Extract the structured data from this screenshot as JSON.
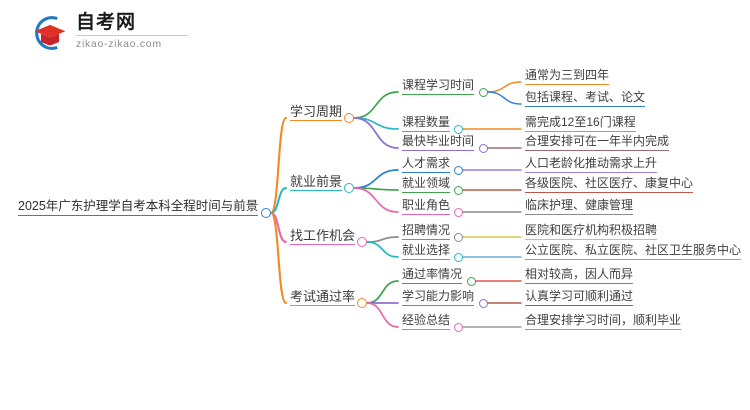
{
  "logo": {
    "name_cn": "自考网",
    "name_en": "zikao-zikao.com",
    "mark": "graduation-cap-logo",
    "arc_color": "#1f7ac0",
    "cap_color": "#e03127"
  },
  "mindmap": {
    "root": {
      "label": "2025年广东护理学自考本科全程时间与前景",
      "node_color": "#2f7fd0",
      "underline_color": "#2f7fd0"
    },
    "branches": [
      {
        "label": "学习周期",
        "color": "#f08a24",
        "node_color": "#f08a24",
        "children": [
          {
            "label": "课程学习时间",
            "color": "#3fa34d",
            "node_color": "#3fa34d",
            "children": [
              {
                "label": "通常为三到四年",
                "color": "#f08a24"
              },
              {
                "label": "包括课程、考试、论文",
                "color": "#2f7fd0"
              }
            ]
          },
          {
            "label": "课程数量",
            "color": "#2ab6c9",
            "node_color": "#2ab6c9",
            "children": [
              {
                "label": "需完成12至16门课程",
                "color": "#f08a24"
              }
            ]
          },
          {
            "label": "最快毕业时间",
            "color": "#8b6fd4",
            "node_color": "#8b6fd4",
            "children": [
              {
                "label": "合理安排可在一年半内完成",
                "color": "#9a6a78"
              }
            ]
          }
        ]
      },
      {
        "label": "就业前景",
        "color": "#2ab6c9",
        "node_color": "#2ab6c9",
        "children": [
          {
            "label": "人才需求",
            "color": "#2f7fd0",
            "node_color": "#2f7fd0",
            "children": [
              {
                "label": "人口老龄化推动需求上升",
                "color": "#9a7fd4"
              }
            ]
          },
          {
            "label": "就业领域",
            "color": "#3fa34d",
            "node_color": "#3fa34d",
            "children": [
              {
                "label": "各级医院、社区医疗、康复中心",
                "color": "#c0564a"
              }
            ]
          },
          {
            "label": "职业角色",
            "color": "#e866ad",
            "node_color": "#e866ad",
            "children": [
              {
                "label": "临床护理、健康管理",
                "color": "#8a8a8a"
              }
            ]
          }
        ]
      },
      {
        "label": "找工作机会",
        "color": "#e866ad",
        "node_color": "#e866ad",
        "children": [
          {
            "label": "招聘情况",
            "color": "#8a8a8a",
            "node_color": "#8a8a8a",
            "children": [
              {
                "label": "医院和医疗机构积极招聘",
                "color": "#d4c84a"
              }
            ]
          },
          {
            "label": "就业选择",
            "color": "#2ab6c9",
            "node_color": "#2ab6c9",
            "children": [
              {
                "label": "公立医院、私立医院、社区卫生服务中心",
                "color": "#6aaed6"
              }
            ]
          }
        ]
      },
      {
        "label": "考试通过率",
        "color": "#f08a24",
        "node_color": "#f08a24",
        "children": [
          {
            "label": "通过率情况",
            "color": "#3fa34d",
            "node_color": "#3fa34d",
            "children": [
              {
                "label": "相对较高，因人而异",
                "color": "#e0564a"
              }
            ]
          },
          {
            "label": "学习能力影响",
            "color": "#8b6fd4",
            "node_color": "#8b6fd4",
            "children": [
              {
                "label": "认真学习可顺利通过",
                "color": "#b3564a"
              }
            ]
          },
          {
            "label": "经验总结",
            "color": "#e866ad",
            "node_color": "#e866ad",
            "children": [
              {
                "label": "合理安排学习时间，顺利毕业",
                "color": "#9a9a9a"
              }
            ]
          }
        ]
      }
    ]
  }
}
